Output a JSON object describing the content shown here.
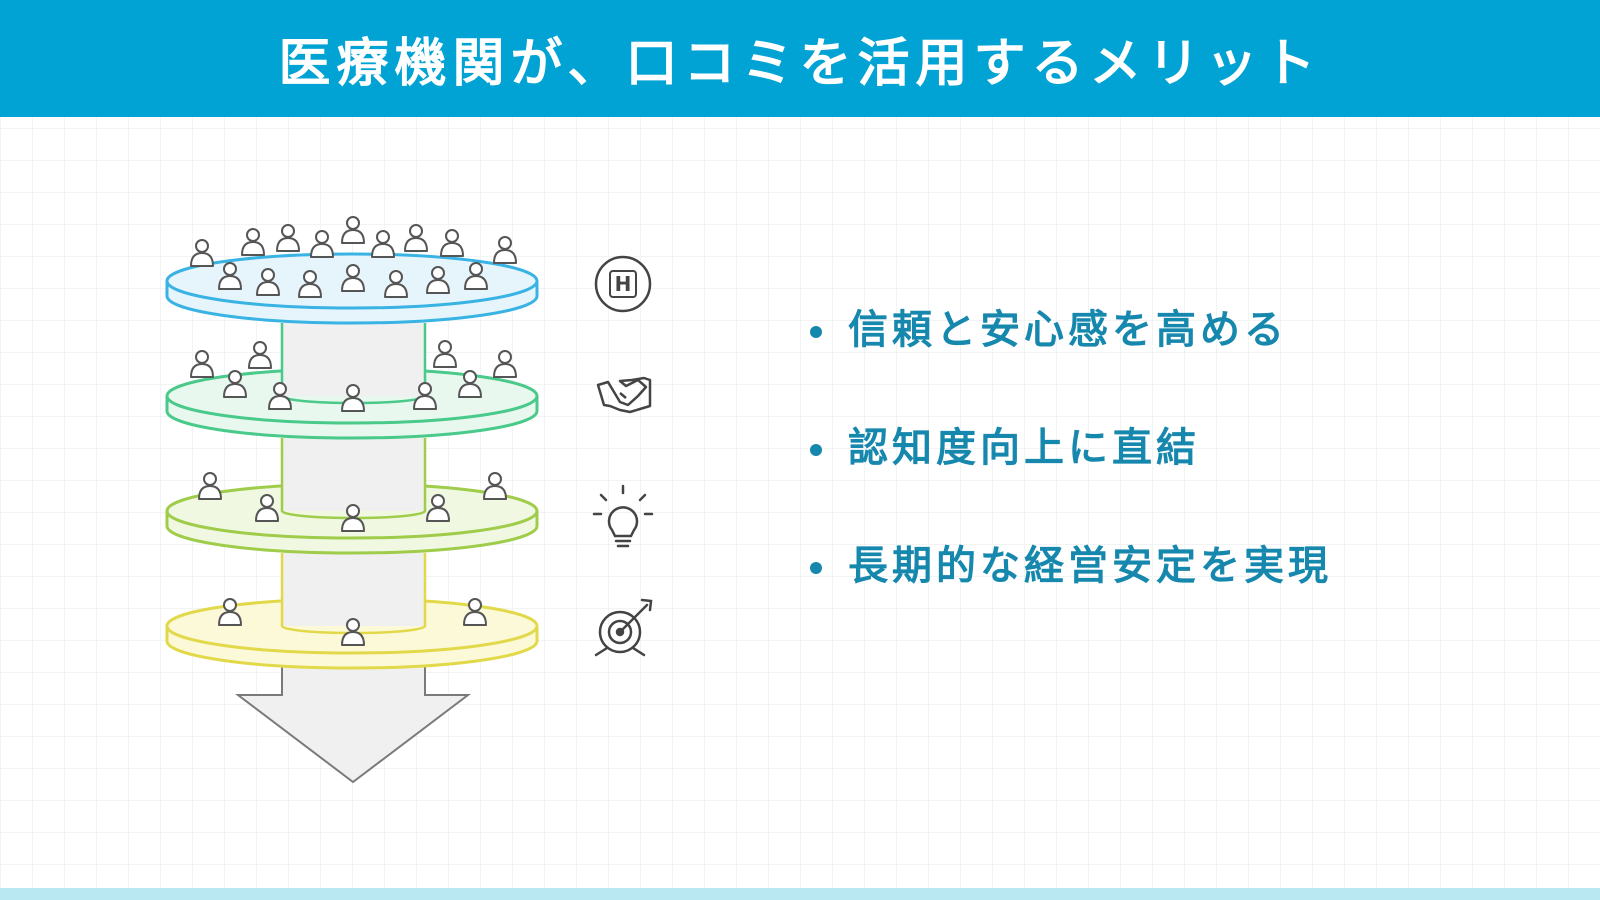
{
  "header": {
    "title": "医療機関が、口コミを活用するメリット"
  },
  "diagram": {
    "layers": [
      {
        "fill": "#e6f5fc",
        "stroke": "#39b3e3"
      },
      {
        "fill": "#e8f8ee",
        "stroke": "#49c98a"
      },
      {
        "fill": "#f1f8e2",
        "stroke": "#9fcc4a"
      },
      {
        "fill": "#fcf9d9",
        "stroke": "#e2d94a"
      }
    ],
    "icons": [
      "hospital-icon",
      "handshake-icon",
      "lightbulb-icon",
      "target-icon"
    ],
    "hospital_letter": "H"
  },
  "bullets": [
    {
      "text": "信頼と安心感を高める"
    },
    {
      "text": "認知度向上に直結"
    },
    {
      "text": "長期的な経営安定を実現"
    }
  ],
  "colors": {
    "accent": "#00a3d3",
    "bullet_text": "#1687ad",
    "bottom_bar": "#b9e7f2"
  }
}
